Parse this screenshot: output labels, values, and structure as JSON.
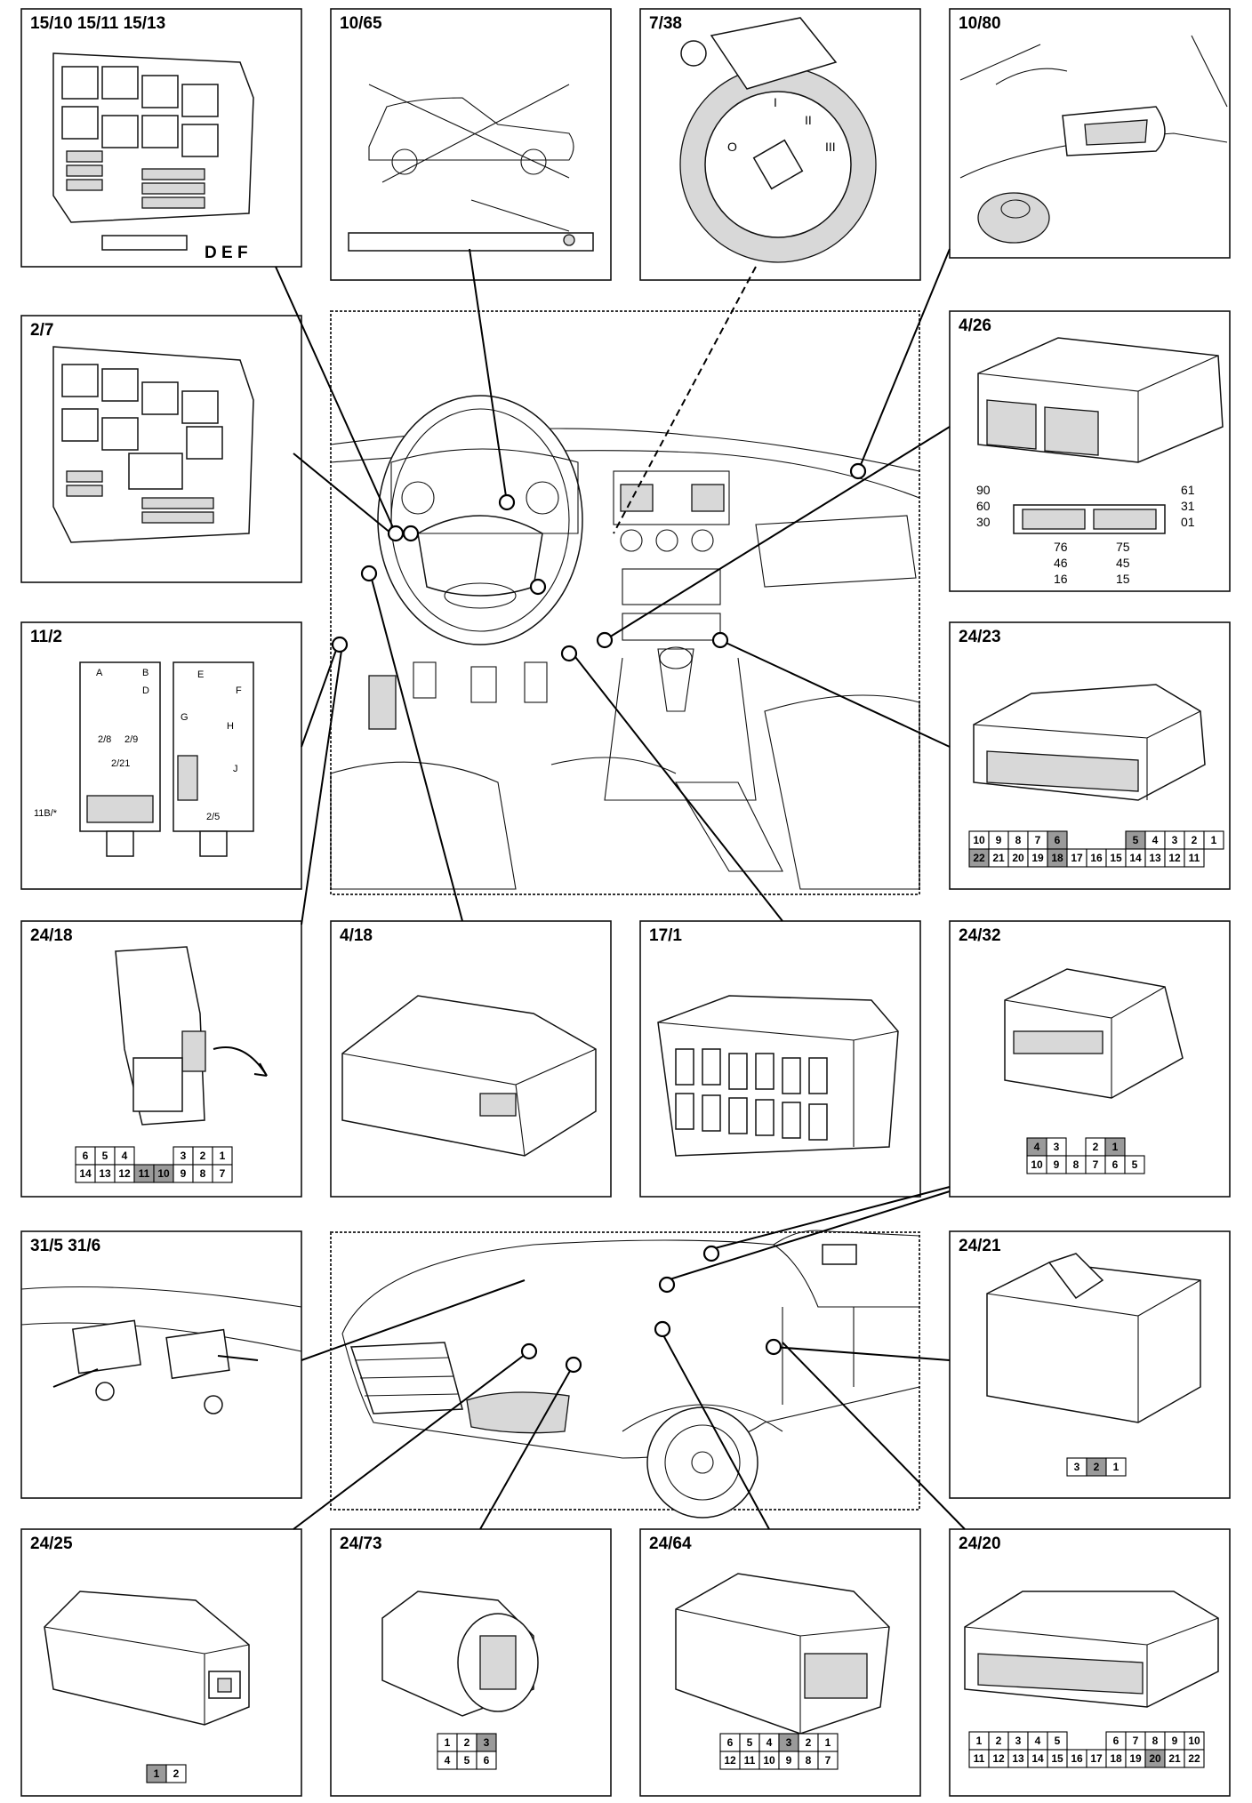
{
  "panels": [
    {
      "id": "p-15-10",
      "label": "15/10 15/11 15/13",
      "sub": "D E F"
    },
    {
      "id": "p-10-65",
      "label": "10/65"
    },
    {
      "id": "p-7-38",
      "label": "7/38"
    },
    {
      "id": "p-10-80",
      "label": "10/80"
    },
    {
      "id": "p-2-7",
      "label": "2/7"
    },
    {
      "id": "p-4-26",
      "label": "4/26"
    },
    {
      "id": "p-11-2",
      "label": "11/2"
    },
    {
      "id": "p-24-23",
      "label": "24/23"
    },
    {
      "id": "p-24-18",
      "label": "24/18"
    },
    {
      "id": "p-4-18",
      "label": "4/18"
    },
    {
      "id": "p-17-1",
      "label": "17/1"
    },
    {
      "id": "p-24-32",
      "label": "24/32"
    },
    {
      "id": "p-31-5",
      "label": "31/5  31/6"
    },
    {
      "id": "p-24-21",
      "label": "24/21"
    },
    {
      "id": "p-24-25",
      "label": "24/25"
    },
    {
      "id": "p-24-73",
      "label": "24/73"
    },
    {
      "id": "p-24-64",
      "label": "24/64"
    },
    {
      "id": "p-24-20",
      "label": "24/20"
    }
  ],
  "ecu_pins": {
    "left": [
      "90",
      "60",
      "30"
    ],
    "right": [
      "61",
      "31",
      "01"
    ],
    "bottom_left": [
      "76",
      "46",
      "16"
    ],
    "bottom_right": [
      "75",
      "45",
      "15"
    ]
  },
  "fuse_box_labels": {
    "a": "A",
    "b": "B",
    "d": "D",
    "e": "E",
    "f": "F",
    "g": "G",
    "h": "H",
    "j": "J",
    "relay_1": "2/8",
    "relay_2": "2/9",
    "relay_3": "2/21",
    "relay_4": "2/5",
    "fuse": "11B/*"
  },
  "pin_grids": {
    "g24_23": {
      "rows": [
        [
          "10",
          "9",
          "8",
          "7",
          "6",
          "",
          "",
          "",
          "5",
          "4",
          "3",
          "2",
          "1"
        ],
        [
          "22",
          "21",
          "20",
          "19",
          "18",
          "17",
          "16",
          "15",
          "14",
          "13",
          "12",
          "11"
        ]
      ],
      "highlight": [
        "6",
        "5",
        "22",
        "18"
      ]
    },
    "g24_18": {
      "rows": [
        [
          "6",
          "5",
          "4",
          "",
          "",
          "3",
          "2",
          "1"
        ],
        [
          "14",
          "13",
          "12",
          "11",
          "10",
          "9",
          "8",
          "7"
        ]
      ],
      "highlight": [
        "11",
        "10"
      ]
    },
    "g24_32": {
      "rows": [
        [
          "4",
          "3",
          "",
          "2",
          "1"
        ],
        [
          "10",
          "9",
          "8",
          "7",
          "6",
          "5"
        ]
      ],
      "highlight": [
        "4",
        "1"
      ]
    },
    "g24_21": {
      "rows": [
        [
          "3",
          "2",
          "1"
        ]
      ],
      "highlight": [
        "2"
      ]
    },
    "g24_25": {
      "rows": [
        [
          "1",
          "2"
        ]
      ],
      "highlight": [
        "1"
      ]
    },
    "g24_73": {
      "rows": [
        [
          "1",
          "2",
          "3"
        ],
        [
          "4",
          "5",
          "6"
        ]
      ],
      "highlight": [
        "3"
      ]
    },
    "g24_64": {
      "rows": [
        [
          "6",
          "5",
          "4",
          "3",
          "2",
          "1"
        ],
        [
          "12",
          "11",
          "10",
          "9",
          "8",
          "7"
        ]
      ],
      "highlight": [
        "3"
      ]
    },
    "g24_20": {
      "rows": [
        [
          "1",
          "2",
          "3",
          "4",
          "5",
          "",
          "",
          "6",
          "7",
          "8",
          "9",
          "10"
        ],
        [
          "11",
          "12",
          "13",
          "14",
          "15",
          "16",
          "17",
          "18",
          "19",
          "20",
          "21",
          "22"
        ]
      ],
      "highlight": [
        "20"
      ]
    }
  },
  "colors": {
    "line": "#000000",
    "shade": "#9a9a9a",
    "background": "#ffffff"
  }
}
